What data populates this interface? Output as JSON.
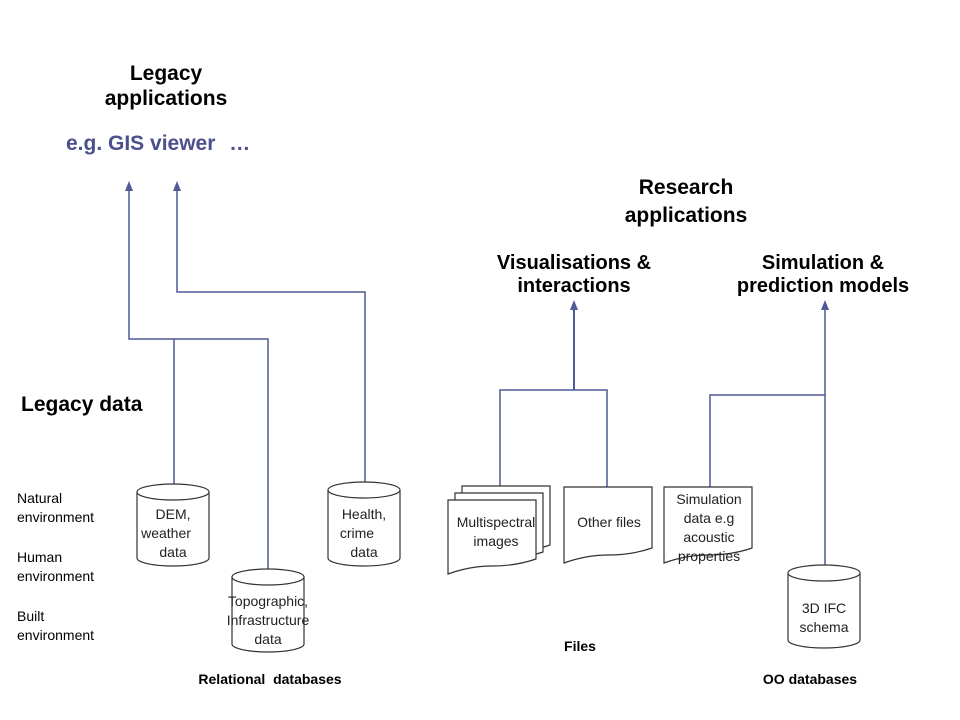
{
  "colors": {
    "accent": "#4b4f8c",
    "connector": "#4f5a96",
    "shape_stroke": "#333333"
  },
  "legacy_applications": {
    "title": [
      "Legacy",
      "applications"
    ],
    "example": "e.g. GIS viewer",
    "ellipsis": "…"
  },
  "research_applications": {
    "title": [
      "Research",
      "applications"
    ],
    "visualisations": [
      "Visualisations &",
      "interactions"
    ],
    "simulation": [
      "Simulation &",
      "prediction models"
    ]
  },
  "legacy_data": {
    "label": "Legacy data",
    "categories": [
      [
        "Natural",
        "environment"
      ],
      [
        "Human",
        "environment"
      ],
      [
        "Built",
        "environment"
      ]
    ]
  },
  "data_stores": {
    "dem": [
      "DEM,",
      "weather",
      "data"
    ],
    "topographic": [
      "Topographic,",
      "Infrastructure",
      "data"
    ],
    "health": [
      "Health,",
      "crime",
      "data"
    ],
    "multispectral": [
      "Multispectral",
      "images"
    ],
    "other_files": "Other files",
    "simulation_data": [
      "Simulation",
      "data e.g",
      "acoustic",
      "properties"
    ],
    "ifc": [
      "3D IFC",
      "schema"
    ]
  },
  "captions": {
    "relational": "Relational  databases",
    "files": "Files",
    "oo": "OO databases"
  }
}
